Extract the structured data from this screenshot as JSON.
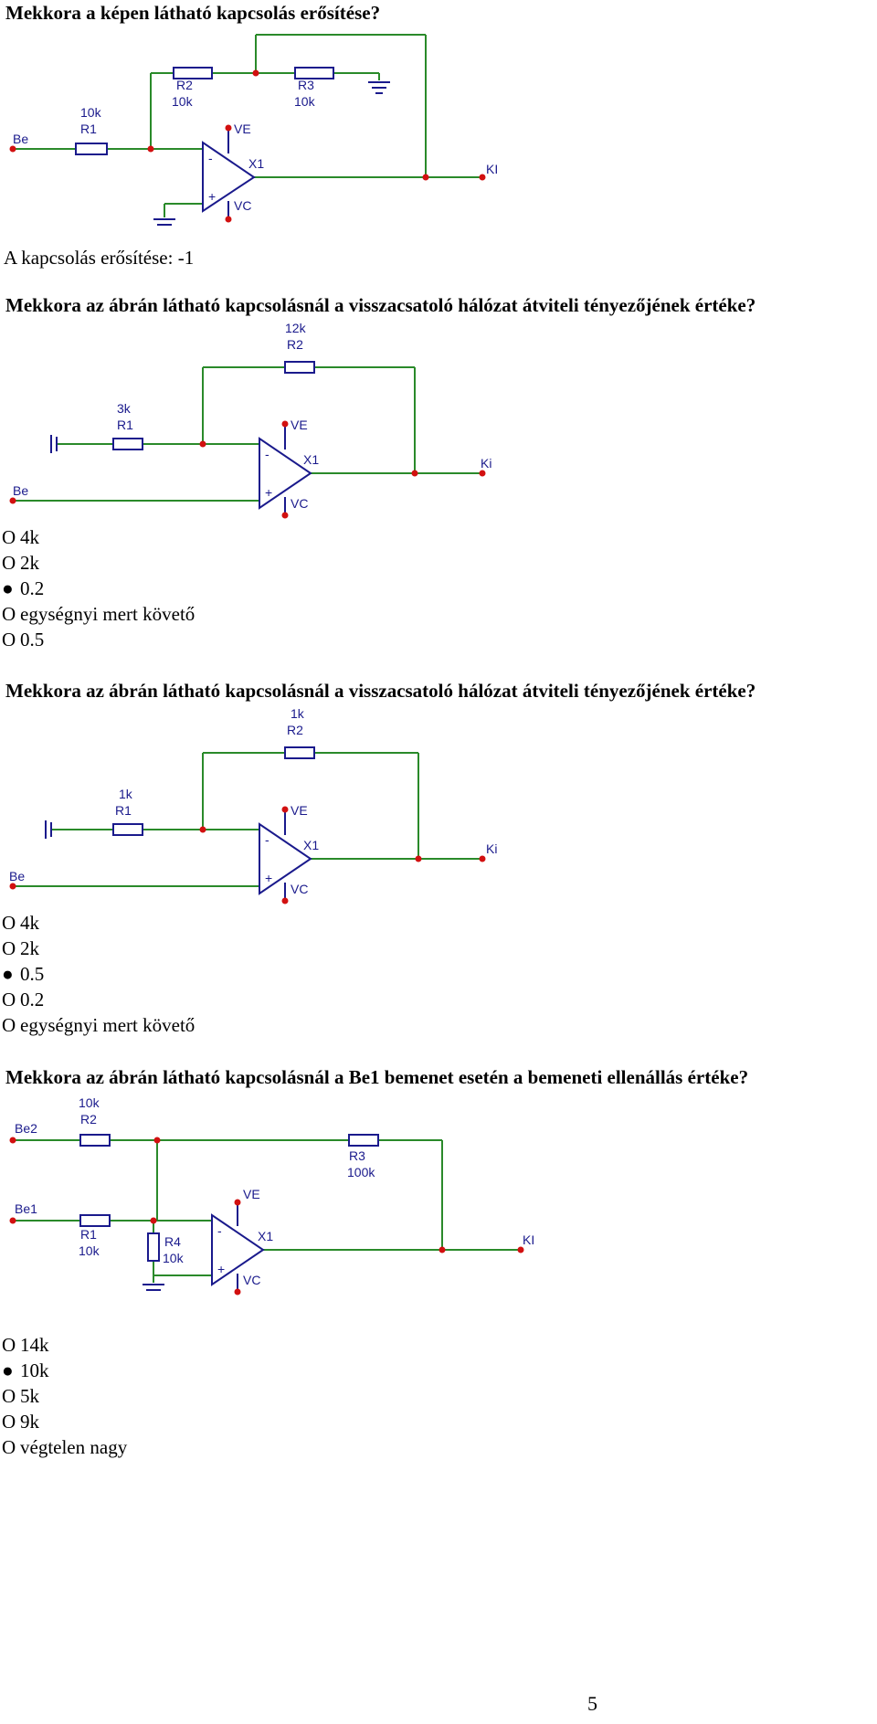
{
  "q1": {
    "question": "Mekkora a képen látható kapcsolás erősítése?",
    "answer": "A kapcsolás erősítése: -1",
    "labels": {
      "input": "Be",
      "output": "KI",
      "r1_name": "R1",
      "r1_value": "10k",
      "r2_name": "R2",
      "r2_value": "10k",
      "r3_name": "R3",
      "r3_value": "10k",
      "opamp": "X1",
      "ve": "VE",
      "vc": "VC",
      "minus": "-",
      "plus": "+"
    }
  },
  "q2": {
    "question": "Mekkora az ábrán látható kapcsolásnál a visszacsatoló hálózat átviteli tényezőjének értéke?",
    "labels": {
      "input": "Be",
      "output": "Ki",
      "r1_name": "R1",
      "r1_value": "3k",
      "r2_name": "R2",
      "r2_value": "12k",
      "opamp": "X1",
      "ve": "VE",
      "vc": "VC",
      "minus": "-",
      "plus": "+"
    },
    "options": [
      {
        "mark": "O",
        "text": "4k"
      },
      {
        "mark": "O",
        "text": "2k"
      },
      {
        "mark": "●",
        "text": "0.2"
      },
      {
        "mark": "O",
        "text": "egységnyi mert követő"
      },
      {
        "mark": "O",
        "text": "0.5"
      }
    ]
  },
  "q3": {
    "question": "Mekkora az ábrán látható kapcsolásnál a visszacsatoló hálózat átviteli tényezőjének értéke?",
    "labels": {
      "input": "Be",
      "output": "Ki",
      "r1_name": "R1",
      "r1_value": "1k",
      "r2_name": "R2",
      "r2_value": "1k",
      "opamp": "X1",
      "ve": "VE",
      "vc": "VC",
      "minus": "-",
      "plus": "+"
    },
    "options": [
      {
        "mark": "O",
        "text": "4k"
      },
      {
        "mark": "O",
        "text": "2k"
      },
      {
        "mark": "●",
        "text": "0.5"
      },
      {
        "mark": "O",
        "text": "0.2"
      },
      {
        "mark": "O",
        "text": "egységnyi mert követő"
      }
    ]
  },
  "q4": {
    "question": "Mekkora az ábrán látható kapcsolásnál a Be1 bemenet esetén a bemeneti ellenállás értéke?",
    "labels": {
      "input1": "Be1",
      "input2": "Be2",
      "output": "KI",
      "r1_name": "R1",
      "r1_value": "10k",
      "r2_name": "R2",
      "r2_value": "10k",
      "r3_name": "R3",
      "r3_value": "100k",
      "r4_name": "R4",
      "r4_value": "10k",
      "opamp": "X1",
      "ve": "VE",
      "vc": "VC",
      "minus": "-",
      "plus": "+"
    },
    "options": [
      {
        "mark": "O",
        "text": "14k"
      },
      {
        "mark": "●",
        "text": "10k"
      },
      {
        "mark": "O",
        "text": "5k"
      },
      {
        "mark": "O",
        "text": "9k"
      },
      {
        "mark": "O",
        "text": "végtelen nagy"
      }
    ]
  },
  "footer": {
    "page_number": "5"
  },
  "colors": {
    "wire": "#2a8a2a",
    "component": "#1a1a8c",
    "node": "#d21010"
  }
}
